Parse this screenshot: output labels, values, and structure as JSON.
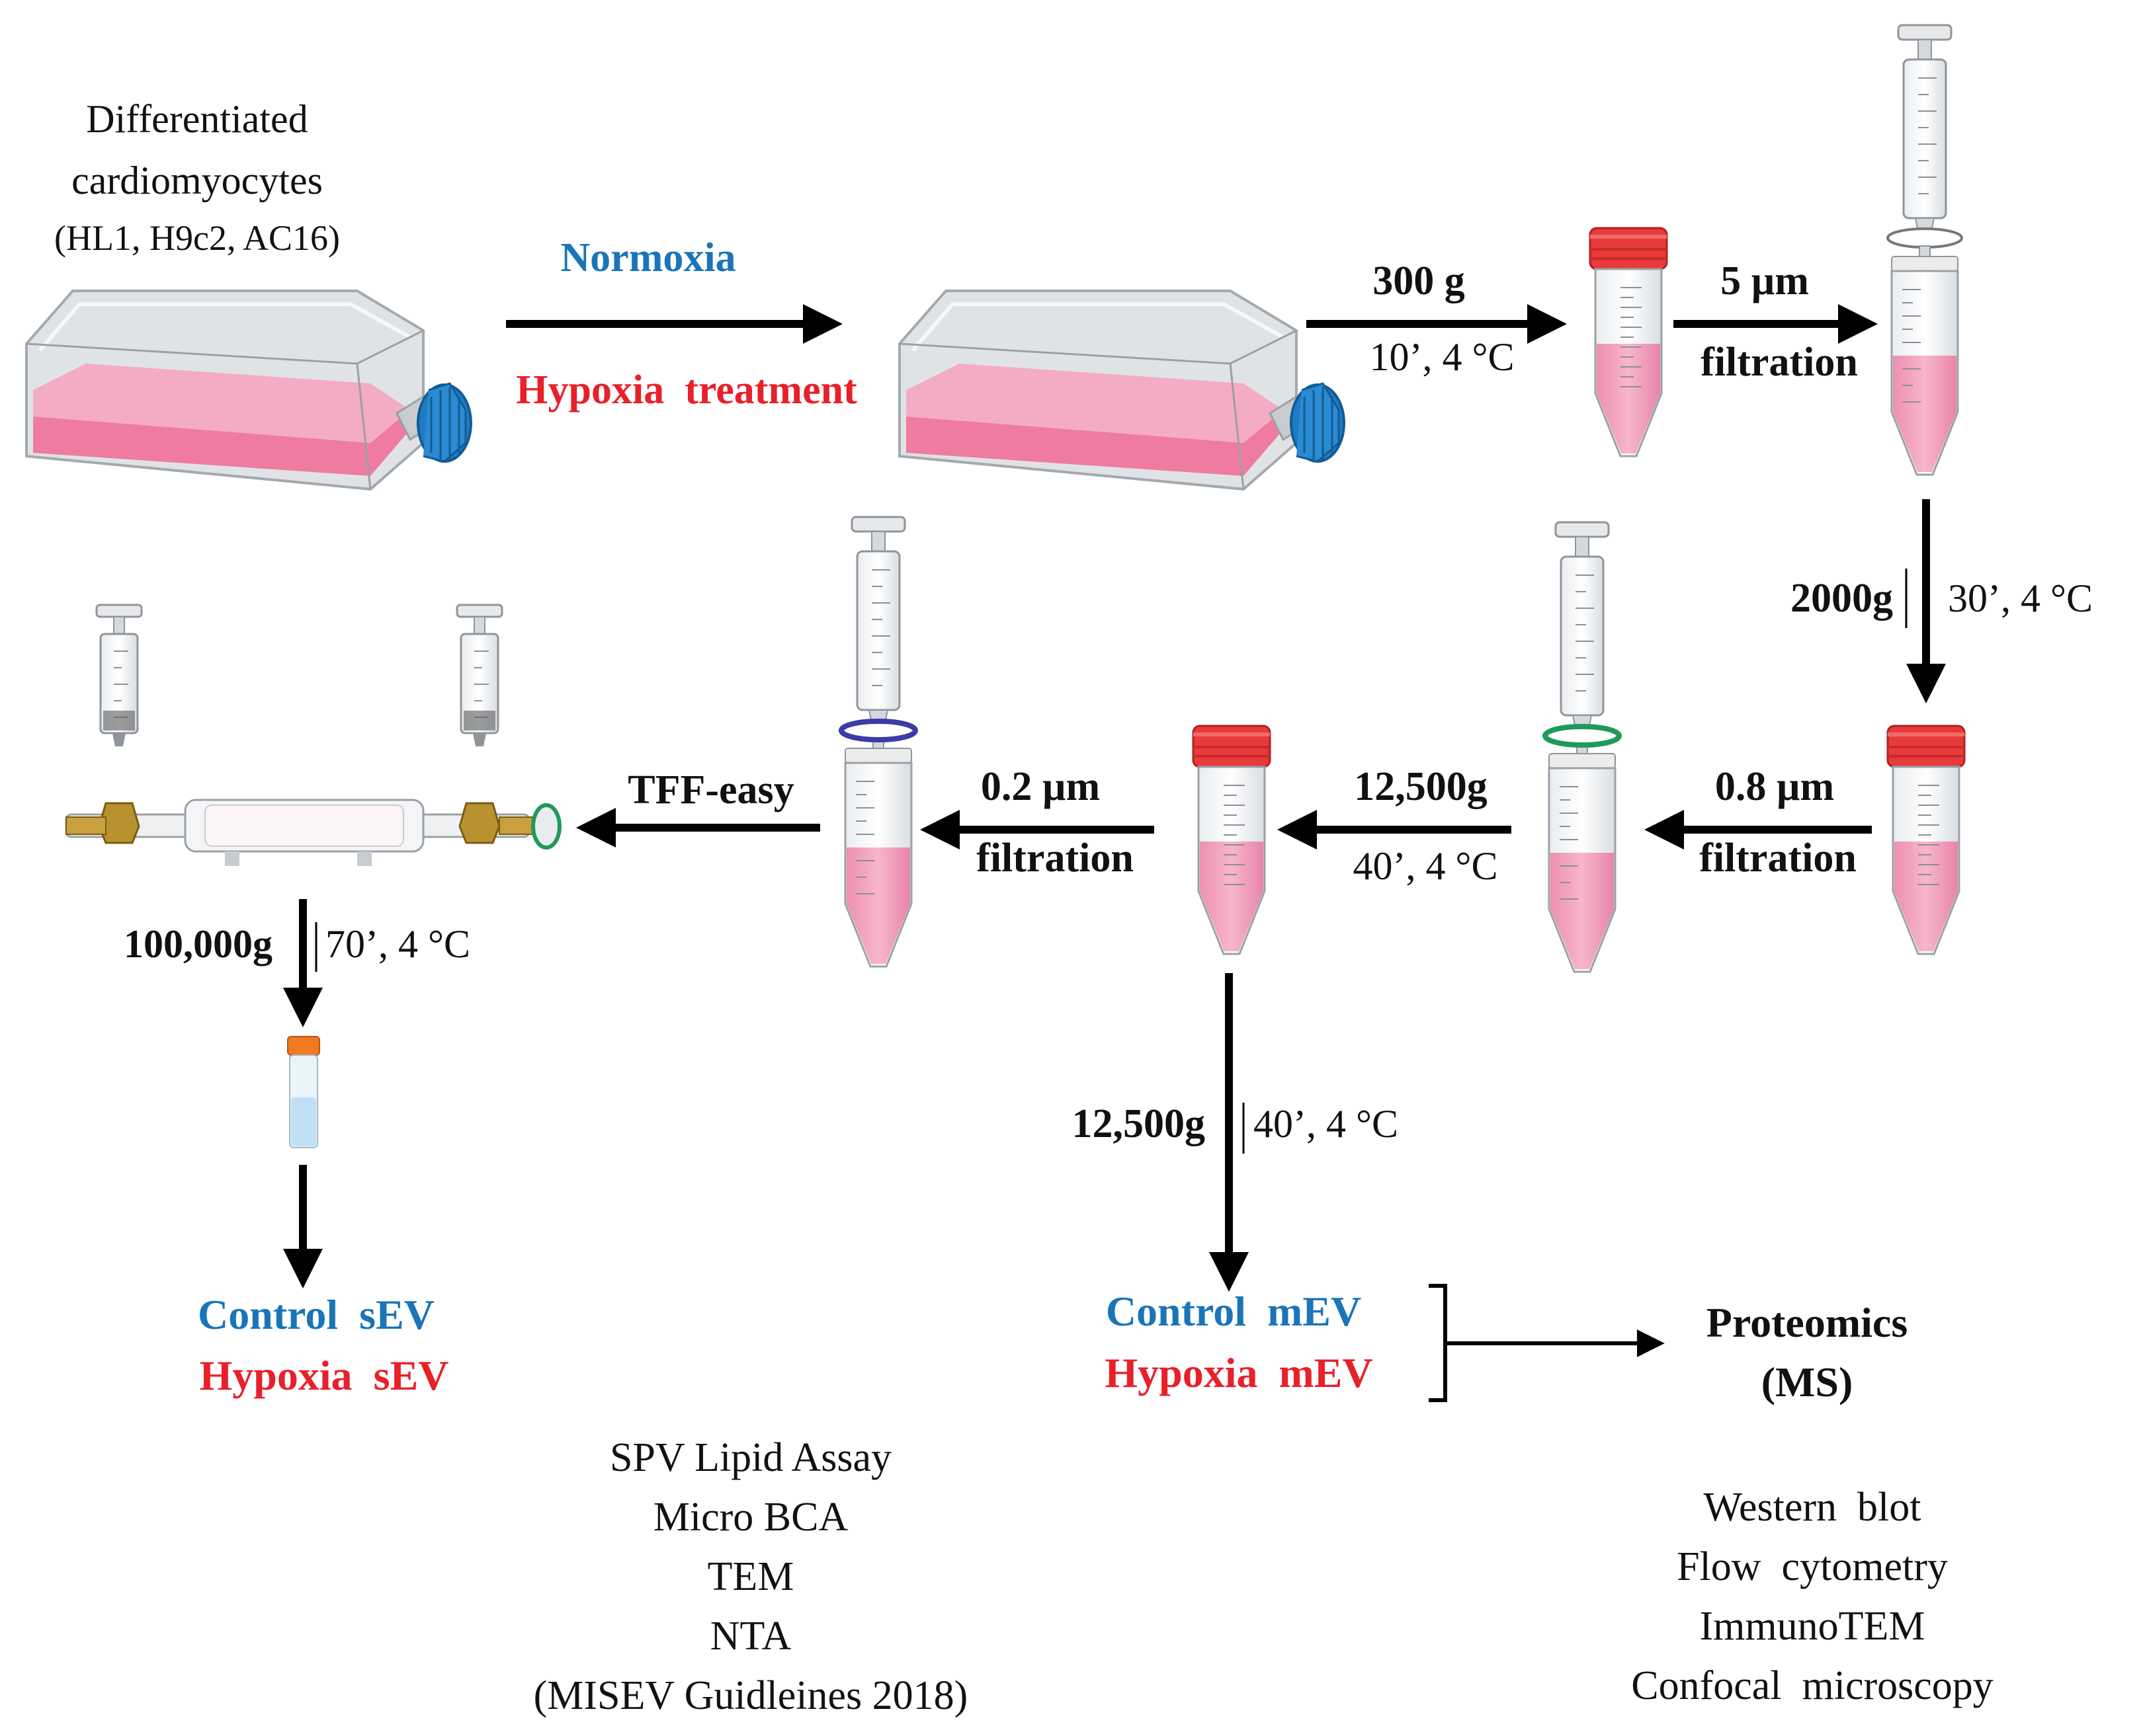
{
  "colors": {
    "blue": "#1a75b8",
    "red": "#e8202a",
    "medium": "#f2a3bd",
    "cap_red": "#e83a3a",
    "cap_blue": "#1f7cc3",
    "cap_orange": "#f07a22",
    "ring_purple": "#3b3da6",
    "ring_green": "#1f9a5a",
    "ring_gray": "#cfdcd4"
  },
  "icons": {
    "flask": "culture-flask-icon",
    "tube": "conical-tube-icon",
    "syringe": "syringe-filter-icon",
    "tff": "tff-easy-device-icon",
    "small_tube": "ultracentrifuge-tube-icon"
  },
  "start": {
    "line1": "Differentiated",
    "line2": "cardiomyocytes",
    "line3": "(HL1, H9c2, AC16)"
  },
  "treatment": {
    "normoxia": "Normoxia",
    "hypoxia": "Hypoxia  treatment"
  },
  "steps": {
    "spin300_speed": "300 g",
    "spin300_cond": "10’, 4 °C",
    "filter5_size": "5 µm",
    "filter5_word": "filtration",
    "spin2000_speed": "2000g",
    "spin2000_cond": "30’, 4 °C",
    "filter08_size": "0.8 µm",
    "filter08_word": "filtration",
    "spin12500_speed": "12,500g",
    "spin12500_cond": "40’, 4 °C",
    "filter02_size": "0.2 µm",
    "filter02_word": "filtration",
    "tff_label": "TFF-easy",
    "spin100k_speed": "100,000g",
    "spin100k_cond": "70’, 4 °C",
    "spin12500b_speed": "12,500g",
    "spin12500b_cond": "40’, 4 °C"
  },
  "outputs": {
    "control_sev": "Control  sEV",
    "hypoxia_sev": "Hypoxia  sEV",
    "control_mev": "Control  mEV",
    "hypoxia_mev": "Hypoxia  mEV",
    "proteomics_line1": "Proteomics",
    "proteomics_line2": "(MS)"
  },
  "characterization": [
    "SPV Lipid Assay",
    "Micro BCA",
    "TEM",
    "NTA",
    "(MISEV Guidleines 2018)"
  ],
  "analyses": [
    "Western  blot",
    "Flow  cytometry",
    "ImmunoTEM",
    "Confocal  microscopy"
  ]
}
